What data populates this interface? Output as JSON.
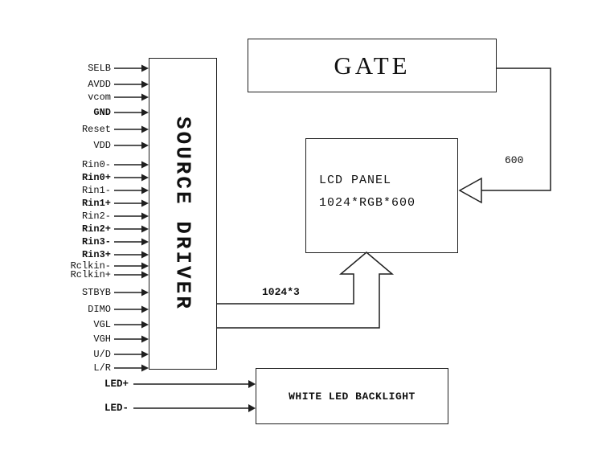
{
  "diagram": {
    "gate": {
      "label": "GATE"
    },
    "source_driver": {
      "label": "SOURCE DRIVER"
    },
    "lcd_panel": {
      "line1": "LCD PANEL",
      "line2": "1024*RGB*600"
    },
    "backlight": {
      "label": "WHITE LED BACKLIGHT"
    },
    "bus_labels": {
      "source_to_lcd": "1024*3",
      "gate_to_lcd": "600"
    },
    "signals": [
      {
        "label": "SELB",
        "bold": false
      },
      {
        "label": "AVDD",
        "bold": false
      },
      {
        "label": "vcom",
        "bold": false
      },
      {
        "label": "GND",
        "bold": true
      },
      {
        "label": "Reset",
        "bold": false
      },
      {
        "label": "VDD",
        "bold": false
      },
      {
        "label": "Rin0-",
        "bold": false
      },
      {
        "label": "Rin0+",
        "bold": true
      },
      {
        "label": "Rin1-",
        "bold": false
      },
      {
        "label": "Rin1+",
        "bold": true
      },
      {
        "label": "Rin2-",
        "bold": false
      },
      {
        "label": "Rin2+",
        "bold": true
      },
      {
        "label": "Rin3-",
        "bold": true
      },
      {
        "label": "Rin3+",
        "bold": true
      },
      {
        "label": "Rclkin-",
        "bold": false
      },
      {
        "label": "Rclkin+",
        "bold": false
      },
      {
        "label": "STBYB",
        "bold": false
      },
      {
        "label": "DIMO",
        "bold": false
      },
      {
        "label": "VGL",
        "bold": false
      },
      {
        "label": "VGH",
        "bold": false
      },
      {
        "label": "U/D",
        "bold": false
      },
      {
        "label": "L/R",
        "bold": false
      }
    ],
    "led_signals": [
      {
        "label": "LED+"
      },
      {
        "label": "LED-"
      }
    ],
    "colors": {
      "line": "#1f1f1f",
      "background": "#ffffff"
    }
  }
}
